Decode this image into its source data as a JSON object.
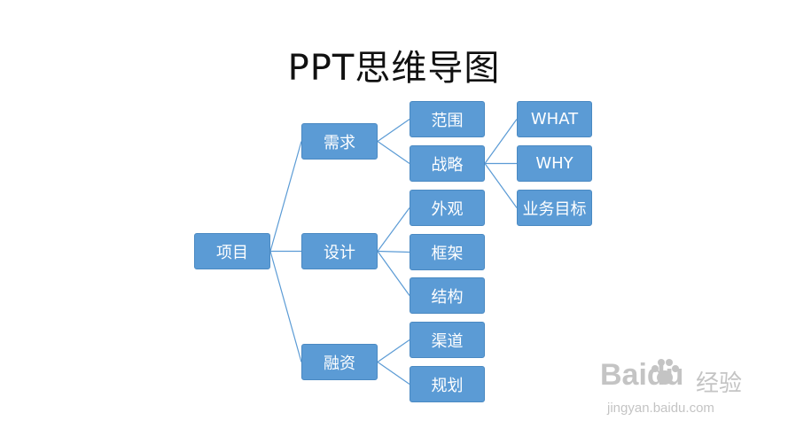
{
  "title": "PPT思维导图",
  "theme": {
    "node_color": "#5b9bd5",
    "line_color": "#5b9bd5"
  },
  "nodes": {
    "root": "项目",
    "xuqiu": "需求",
    "sheji": "设计",
    "rongzi": "融资",
    "fanwei": "范围",
    "zhanlue": "战略",
    "waiguan": "外观",
    "kuangjia": "框架",
    "jiegou": "结构",
    "qudao": "渠道",
    "guihua": "规划",
    "what": "WHAT",
    "why": "WHY",
    "mubiao": "业务目标"
  },
  "edges": [
    [
      "root",
      "xuqiu"
    ],
    [
      "root",
      "sheji"
    ],
    [
      "root",
      "rongzi"
    ],
    [
      "xuqiu",
      "fanwei"
    ],
    [
      "xuqiu",
      "zhanlue"
    ],
    [
      "sheji",
      "waiguan"
    ],
    [
      "sheji",
      "kuangjia"
    ],
    [
      "sheji",
      "jiegou"
    ],
    [
      "rongzi",
      "qudao"
    ],
    [
      "rongzi",
      "guihua"
    ],
    [
      "zhanlue",
      "what"
    ],
    [
      "zhanlue",
      "why"
    ],
    [
      "zhanlue",
      "mubiao"
    ]
  ],
  "watermark": {
    "logo": "Baidu",
    "label": "经验",
    "url": "jingyan.baidu.com",
    "icon": "paw-icon"
  }
}
